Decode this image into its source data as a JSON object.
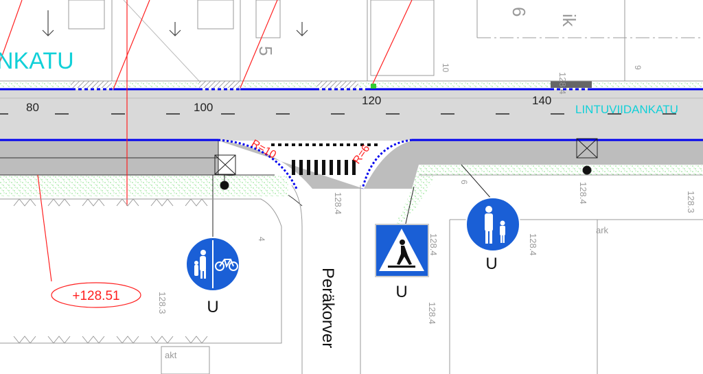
{
  "street_names": {
    "main_left": "NKATU",
    "main_right": "LINTUVIIDANKATU",
    "side": "Peräkorver"
  },
  "stations": [
    "80",
    "100",
    "120",
    "140"
  ],
  "radii": {
    "left": "R=10",
    "right": "R=6"
  },
  "elevation_callout": "+128.51",
  "elevations": [
    "128.4",
    "128.4",
    "128.3",
    "128.4",
    "128.4",
    "128.4",
    "128.3",
    "128.4"
  ],
  "lot_labels": {
    "ik": "ik",
    "ark": "ark",
    "akt": "akt",
    "n6": "6",
    "n5": "5",
    "n9": "9",
    "n10": "10",
    "n4": "4",
    "n6b": "6"
  },
  "signs": [
    {
      "type": "pedestrian-cycle-path",
      "label": "U"
    },
    {
      "type": "pedestrian-crossing",
      "label": "U"
    },
    {
      "type": "pedestrian-path",
      "label": "U"
    }
  ],
  "colors": {
    "curb": "#0000ee",
    "road": "#d9d9d9",
    "sidewalk": "#bdbdbd",
    "street_name": "#11d0d8",
    "annotation": "#ff2020",
    "sign": "#1a5fd6",
    "grass": "#33cc33"
  }
}
